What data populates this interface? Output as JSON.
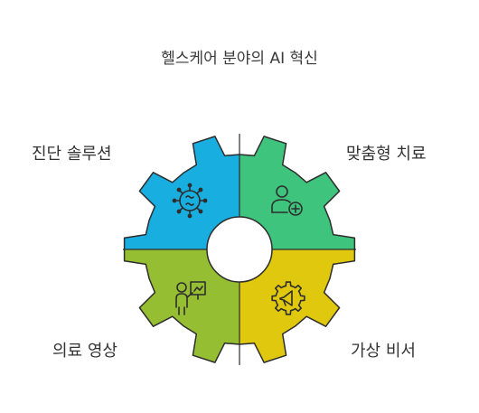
{
  "title": "헬스케어 분야의 AI 혁신",
  "segments": [
    {
      "label": "진단 솔루션",
      "icon": "virus-icon",
      "color": "#19aee0"
    },
    {
      "label": "맞춤형 치료",
      "icon": "patient-plus-icon",
      "color": "#3ec47d"
    },
    {
      "label": "의료 영상",
      "icon": "presenter-icon",
      "color": "#96be33"
    },
    {
      "label": "가상 비서",
      "icon": "megaphone-gear-icon",
      "color": "#e0c80e"
    }
  ],
  "colors": {
    "outline": "#2d2d2d",
    "text": "#333333"
  }
}
